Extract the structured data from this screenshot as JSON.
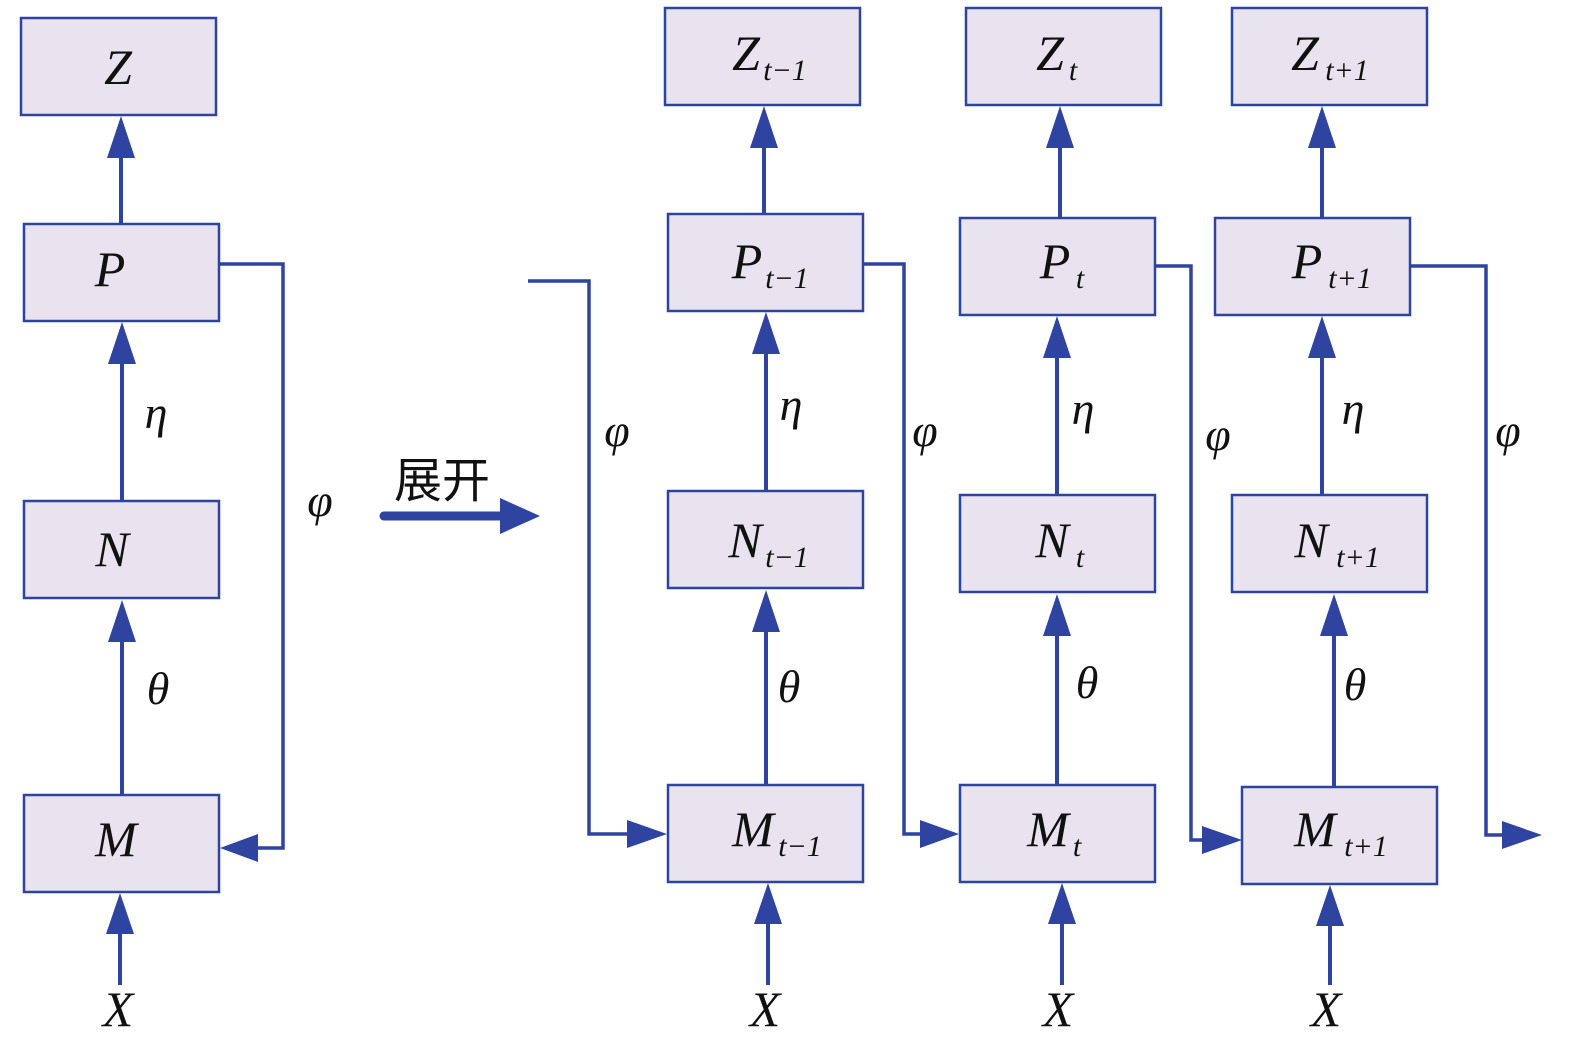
{
  "colors": {
    "stroke": "#2e44a0",
    "box_fill": "#e8e3ef",
    "text": "#111111"
  },
  "folded": {
    "Z": "Z",
    "P": "P",
    "N": "N",
    "M": "M",
    "X": "X",
    "eta": "η",
    "theta": "θ",
    "phi": "φ"
  },
  "unfold_label": "展开",
  "steps": [
    {
      "Z": "Z",
      "P": "P",
      "N": "N",
      "M": "M",
      "sub": "t−1",
      "X": "X",
      "eta": "η",
      "theta": "θ",
      "phi": "φ"
    },
    {
      "Z": "Z",
      "P": "P",
      "N": "N",
      "M": "M",
      "sub": "t",
      "X": "X",
      "eta": "η",
      "theta": "θ",
      "phi": "φ"
    },
    {
      "Z": "Z",
      "P": "P",
      "N": "N",
      "M": "M",
      "sub": "t+1",
      "X": "X",
      "eta": "η",
      "theta": "θ",
      "phi": "φ"
    }
  ],
  "incoming_phi": "φ"
}
